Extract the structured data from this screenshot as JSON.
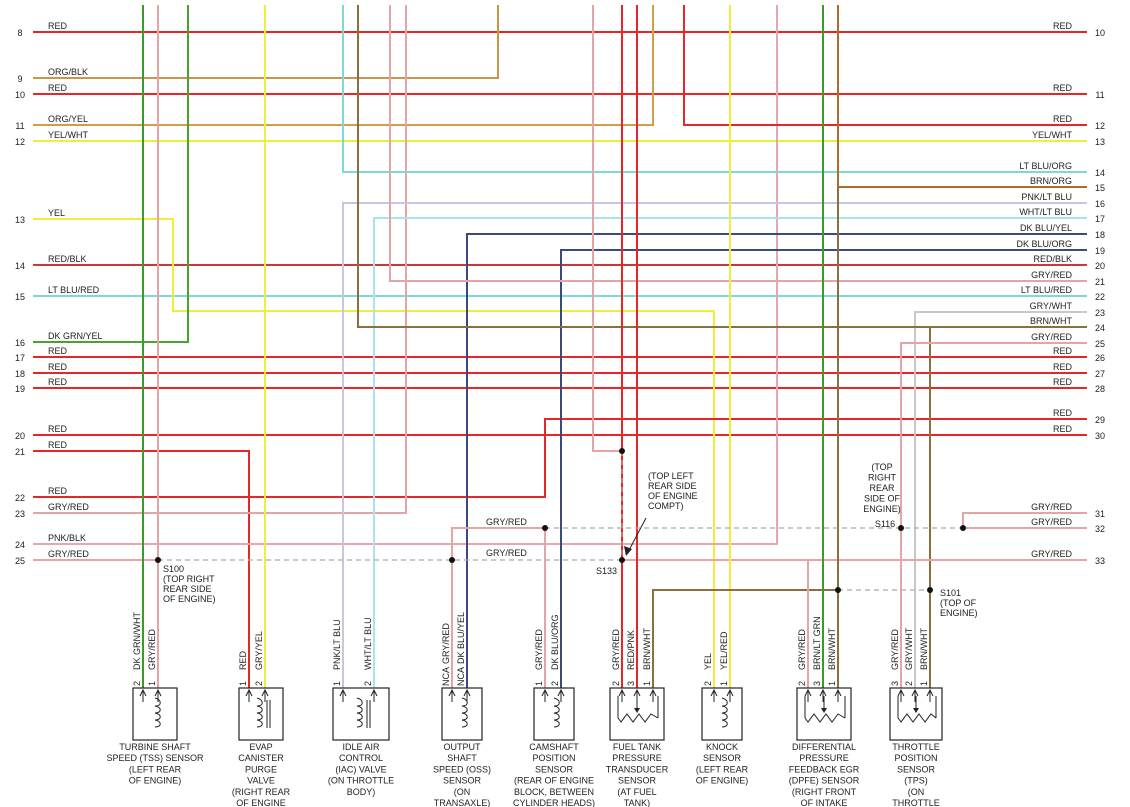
{
  "colors": {
    "RED": "#e8262a",
    "ORG": "#d39b4b",
    "YEL": "#f2ec3a",
    "GRN": "#3a9a2a",
    "LTBLU": "#7fd7d7",
    "BRN": "#8c6a2e",
    "PNK": "#e8a6ae",
    "DKBLU": "#3a4a7a",
    "GRYRED": "#e6a5a5",
    "GRYWHT": "#c8c8c8",
    "WHTLTBLU": "#a8e4ea",
    "PNKLTBLU": "#c7c7e2",
    "DKGRNYEL": "#4aa32e",
    "REDBLK": "#c9383b",
    "BRNWHT": "#8a7040",
    "BRNORG": "#b06a2c",
    "ORGBLK": "#c79646"
  },
  "left_wires": [
    {
      "num": "8",
      "label": "RED"
    },
    {
      "num": "9",
      "label": "ORG/BLK"
    },
    {
      "num": "10",
      "label": "RED"
    },
    {
      "num": "11",
      "label": "ORG/YEL"
    },
    {
      "num": "12",
      "label": "YEL/WHT"
    },
    {
      "num": "13",
      "label": "YEL"
    },
    {
      "num": "14",
      "label": "RED/BLK"
    },
    {
      "num": "15",
      "label": "LT BLU/RED"
    },
    {
      "num": "16",
      "label": "DK GRN/YEL"
    },
    {
      "num": "17",
      "label": "RED"
    },
    {
      "num": "18",
      "label": "RED"
    },
    {
      "num": "19",
      "label": "RED"
    },
    {
      "num": "20",
      "label": "RED"
    },
    {
      "num": "21",
      "label": "RED"
    },
    {
      "num": "22",
      "label": "RED"
    },
    {
      "num": "23",
      "label": "GRY/RED"
    },
    {
      "num": "24",
      "label": "PNK/BLK"
    },
    {
      "num": "25",
      "label": "GRY/RED"
    }
  ],
  "right_wires": [
    {
      "num": "10",
      "label": "RED"
    },
    {
      "num": "11",
      "label": "RED"
    },
    {
      "num": "12",
      "label": "RED"
    },
    {
      "num": "13",
      "label": "YEL/WHT"
    },
    {
      "num": "14",
      "label": "LT BLU/ORG"
    },
    {
      "num": "15",
      "label": "BRN/ORG"
    },
    {
      "num": "16",
      "label": "PNK/LT BLU"
    },
    {
      "num": "17",
      "label": "WHT/LT BLU"
    },
    {
      "num": "18",
      "label": "DK BLU/YEL"
    },
    {
      "num": "19",
      "label": "DK BLU/ORG"
    },
    {
      "num": "20",
      "label": "RED/BLK"
    },
    {
      "num": "21",
      "label": "GRY/RED"
    },
    {
      "num": "22",
      "label": "LT BLU/RED"
    },
    {
      "num": "23",
      "label": "GRY/WHT"
    },
    {
      "num": "24",
      "label": "BRN/WHT"
    },
    {
      "num": "25",
      "label": "GRY/RED"
    },
    {
      "num": "26",
      "label": "RED"
    },
    {
      "num": "27",
      "label": "RED"
    },
    {
      "num": "28",
      "label": "RED"
    },
    {
      "num": "29",
      "label": "RED"
    },
    {
      "num": "30",
      "label": "RED"
    },
    {
      "num": "31",
      "label": "GRY/RED"
    },
    {
      "num": "32",
      "label": "GRY/RED"
    },
    {
      "num": "33",
      "label": "GRY/RED"
    }
  ],
  "mid_labels": {
    "gry_red_s116": "GRY/RED",
    "gry_red_s133": "GRY/RED"
  },
  "splices": {
    "s100": {
      "id": "S100",
      "desc": [
        "(TOP RIGHT",
        "REAR SIDE",
        "OF ENGINE)"
      ]
    },
    "s133": {
      "id": "S133",
      "desc": [
        "(TOP LEFT",
        "REAR SIDE",
        "OF ENGINE",
        "COMPT)"
      ]
    },
    "s116": {
      "id": "S116",
      "desc": [
        "(TOP",
        "RIGHT",
        "REAR",
        "SIDE OF",
        "ENGINE)"
      ]
    },
    "s101": {
      "id": "S101",
      "desc": [
        "(TOP OF",
        "ENGINE)"
      ]
    }
  },
  "components": [
    {
      "name": "tss",
      "pins": [
        {
          "n": "2",
          "w": "DK GRN/WHT"
        },
        {
          "n": "1",
          "w": "GRY/RED"
        }
      ],
      "caption": [
        "TURBINE SHAFT",
        "SPEED (TSS) SENSOR",
        "(LEFT REAR",
        "OF ENGINE)"
      ]
    },
    {
      "name": "evap",
      "pins": [
        {
          "n": "1",
          "w": "RED"
        },
        {
          "n": "2",
          "w": "GRY/YEL"
        }
      ],
      "caption": [
        "EVAP",
        "CANISTER",
        "PURGE",
        "VALVE",
        "(RIGHT REAR",
        "OF ENGINE"
      ]
    },
    {
      "name": "iac",
      "pins": [
        {
          "n": "1",
          "w": "PNK/LT BLU"
        },
        {
          "n": "2",
          "w": "WHT/LT BLU"
        }
      ],
      "caption": [
        "IDLE AIR",
        "CONTROL",
        "(IAC) VALVE",
        "(ON THROTTLE",
        "BODY)"
      ]
    },
    {
      "name": "oss",
      "pins": [
        {
          "n": "NCA",
          "w": "GRY/RED"
        },
        {
          "n": "NCA",
          "w": "DK BLU/YEL"
        }
      ],
      "caption": [
        "OUTPUT",
        "SHAFT",
        "SPEED (OSS)",
        "SENSOR",
        "(ON",
        "TRANSAXLE)"
      ]
    },
    {
      "name": "cmp",
      "pins": [
        {
          "n": "1",
          "w": "GRY/RED"
        },
        {
          "n": "2",
          "w": "DK BLU/ORG"
        }
      ],
      "caption": [
        "CAMSHAFT",
        "POSITION",
        "SENSOR",
        "(REAR OF ENGINE",
        "BLOCK, BETWEEN",
        "CYLINDER HEADS)"
      ]
    },
    {
      "name": "ftp",
      "pins": [
        {
          "n": "2",
          "w": "GRY/RED"
        },
        {
          "n": "3",
          "w": "RED/PNK"
        },
        {
          "n": "1",
          "w": "BRN/WHT"
        }
      ],
      "caption": [
        "FUEL TANK",
        "PRESSURE",
        "TRANSDUCER",
        "SENSOR",
        "(AT FUEL",
        "TANK)"
      ]
    },
    {
      "name": "knock",
      "pins": [
        {
          "n": "2",
          "w": "YEL"
        },
        {
          "n": "1",
          "w": "YEL/RED"
        }
      ],
      "caption": [
        "KNOCK",
        "SENSOR",
        "(LEFT REAR",
        "OF ENGINE)"
      ]
    },
    {
      "name": "dpfe",
      "pins": [
        {
          "n": "2",
          "w": "GRY/RED"
        },
        {
          "n": "3",
          "w": "BRN/LT GRN"
        },
        {
          "n": "1",
          "w": "BRN/WHT"
        }
      ],
      "caption": [
        "DIFFERENTIAL",
        "PRESSURE",
        "FEEDBACK EGR",
        "(DPFE) SENSOR",
        "(RIGHT FRONT",
        "OF INTAKE"
      ]
    },
    {
      "name": "tps",
      "pins": [
        {
          "n": "3",
          "w": "GRY/RED"
        },
        {
          "n": "2",
          "w": "GRY/WHT"
        },
        {
          "n": "1",
          "w": "BRN/WHT"
        }
      ],
      "caption": [
        "THROTTLE",
        "POSITION",
        "SENSOR",
        "(TPS)",
        "(ON",
        "THROTTLE"
      ]
    }
  ]
}
